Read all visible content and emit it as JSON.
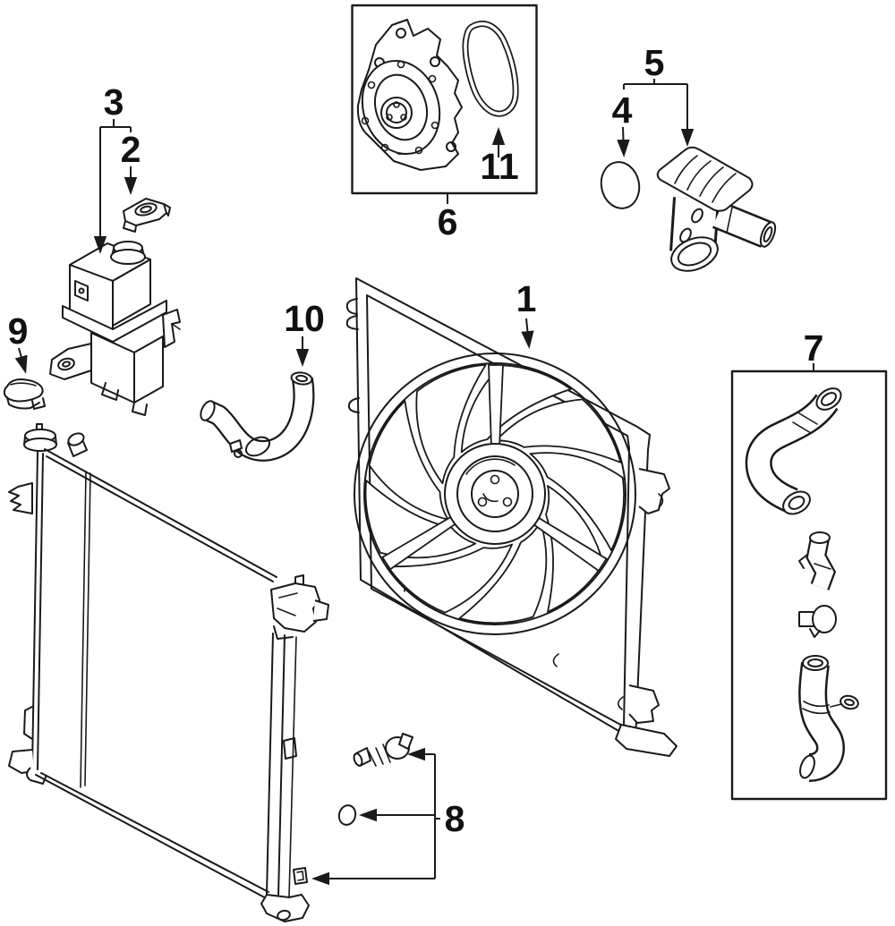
{
  "diagram": {
    "background_color": "#ffffff",
    "line_color": "#1a1a1a",
    "callouts": {
      "c1": "1",
      "c2": "2",
      "c3": "3",
      "c4": "4",
      "c5": "5",
      "c6": "6",
      "c7": "7",
      "c8": "8",
      "c9": "9",
      "c10": "10",
      "c11": "11"
    }
  }
}
